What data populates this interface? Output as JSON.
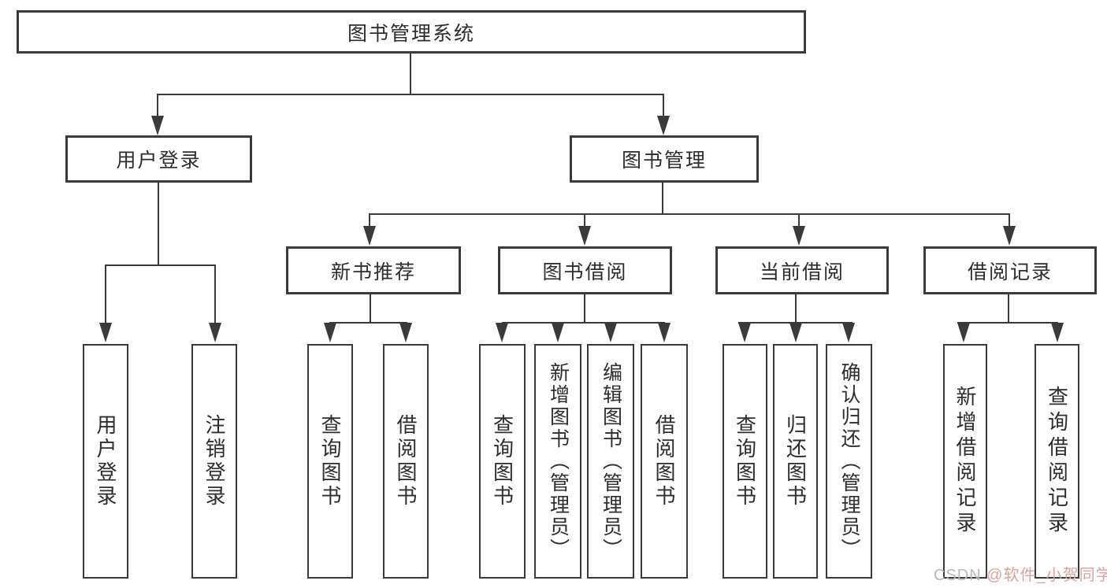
{
  "tree": {
    "root": "图书管理系统",
    "user_login": {
      "label": "用户登录",
      "children": {
        "login": "用户登录",
        "logout": "注销登录"
      }
    },
    "book_mgmt": {
      "label": "图书管理",
      "new_book_rec": {
        "label": "新书推荐",
        "children": {
          "query_book": "查询图书",
          "borrow_book": "借阅图书"
        }
      },
      "book_borrow": {
        "label": "图书借阅",
        "children": {
          "query_book": "查询图书",
          "add_book_admin": "新增图书（管理员）",
          "edit_book_admin": "编辑图书（管理员）",
          "borrow_book": "借阅图书"
        }
      },
      "current_borrow": {
        "label": "当前借阅",
        "children": {
          "query_book": "查询图书",
          "return_book": "归还图书",
          "confirm_return_admin": "确认归还（管理员）"
        }
      },
      "borrow_record": {
        "label": "借阅记录",
        "children": {
          "add_record": "新增借阅记录",
          "query_record": "查询借阅记录"
        }
      }
    }
  },
  "watermark": {
    "brand": "CSDN ",
    "handle": "@软件_小贺同学"
  },
  "colors": {
    "line": "#3a3a3a",
    "text": "#2d2d2d",
    "watermark_brand": "#b9b9b9",
    "watermark_handle": "#e0a1a1",
    "background": "#ffffff"
  }
}
